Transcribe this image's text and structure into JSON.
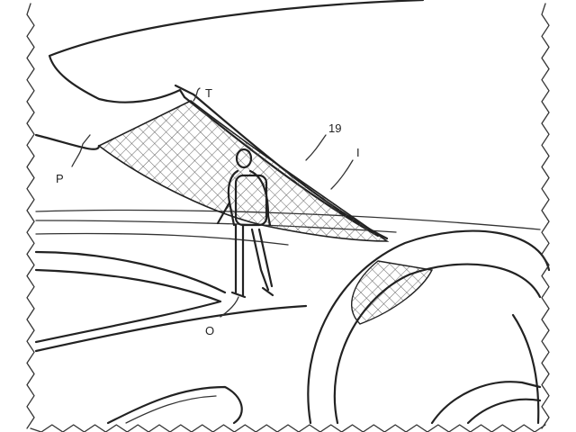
{
  "figure": {
    "labels": {
      "P": "P",
      "T": "T",
      "nineteen": "19",
      "I": "I",
      "O": "O"
    },
    "colors": {
      "ink": "#222222",
      "paper": "#ffffff",
      "hatch": "#555555"
    }
  }
}
